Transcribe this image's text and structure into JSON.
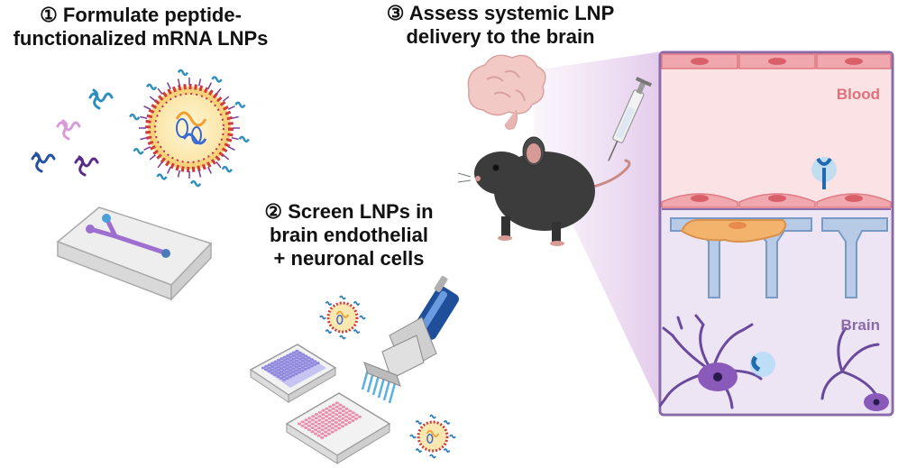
{
  "steps": [
    {
      "number": "①",
      "lines": [
        "Formulate peptide-",
        "functionalized mRNA LNPs"
      ]
    },
    {
      "number": "②",
      "lines": [
        "Screen LNPs in",
        "brain endothelial",
        "+ neuronal cells"
      ]
    },
    {
      "number": "③",
      "lines": [
        "Assess systemic LNP",
        "delivery to the brain"
      ]
    }
  ],
  "panel": {
    "blood_label": "Blood",
    "brain_label": "Brain"
  },
  "colors": {
    "blood": "#e0707a",
    "brain": "#8a6aa8",
    "lnp_shell": "#d23a3a",
    "lnp_core": "#f7e28a",
    "peptide": "#2f7fbf",
    "vessel_bg": "#fbe3e5",
    "brain_bg": "#ede5f4",
    "mouse": "#3a3a3a",
    "plate_blue": "#b8b8ee",
    "plate_pink": "#f0b8c8"
  },
  "icons": [
    "lnp-icon",
    "peptide-icon",
    "microfluidic-chip-icon",
    "well-plate-icon",
    "multichannel-pipette-icon",
    "brain-organ-icon",
    "mouse-icon",
    "syringe-icon",
    "endothelial-cell-icon",
    "astrocyte-icon",
    "neuron-icon",
    "receptor-icon"
  ]
}
